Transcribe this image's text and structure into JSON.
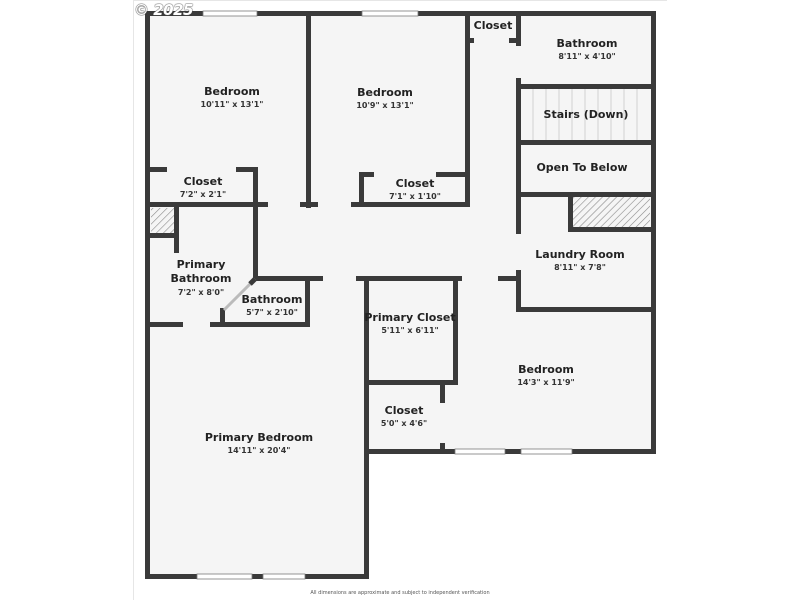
{
  "watermark": "© 2025",
  "disclaimer": "All dimensions are approximate and subject to independent verification",
  "colors": {
    "wall": "#3a3a3a",
    "floor": "#f5f5f5",
    "background": "#ffffff",
    "opening": "#ffffff"
  },
  "rooms": [
    {
      "name": "Bedroom",
      "dimensions": "10'11\" x 13'1\""
    },
    {
      "name": "Bedroom",
      "dimensions": "10'9\" x 13'1\""
    },
    {
      "name": "Closet",
      "dimensions": ""
    },
    {
      "name": "Bathroom",
      "dimensions": "8'11\" x 4'10\""
    },
    {
      "name": "Stairs (Down)",
      "dimensions": ""
    },
    {
      "name": "Open To Below",
      "dimensions": ""
    },
    {
      "name": "Closet",
      "dimensions": "7'2\" x 2'1\""
    },
    {
      "name": "Closet",
      "dimensions": "7'1\" x 1'10\""
    },
    {
      "name": "Laundry Room",
      "dimensions": "8'11\" x 7'8\""
    },
    {
      "name_line1": "Primary",
      "name_line2": "Bathroom",
      "dimensions": "7'2\" x 8'0\""
    },
    {
      "name": "Bathroom",
      "dimensions": "5'7\" x 2'10\""
    },
    {
      "name": "Primary Closet",
      "dimensions": "5'11\" x 6'11\""
    },
    {
      "name": "Bedroom",
      "dimensions": "14'3\" x 11'9\""
    },
    {
      "name": "Closet",
      "dimensions": "5'0\" x 4'6\""
    },
    {
      "name": "Primary Bedroom",
      "dimensions": "14'11\" x 20'4\""
    }
  ]
}
